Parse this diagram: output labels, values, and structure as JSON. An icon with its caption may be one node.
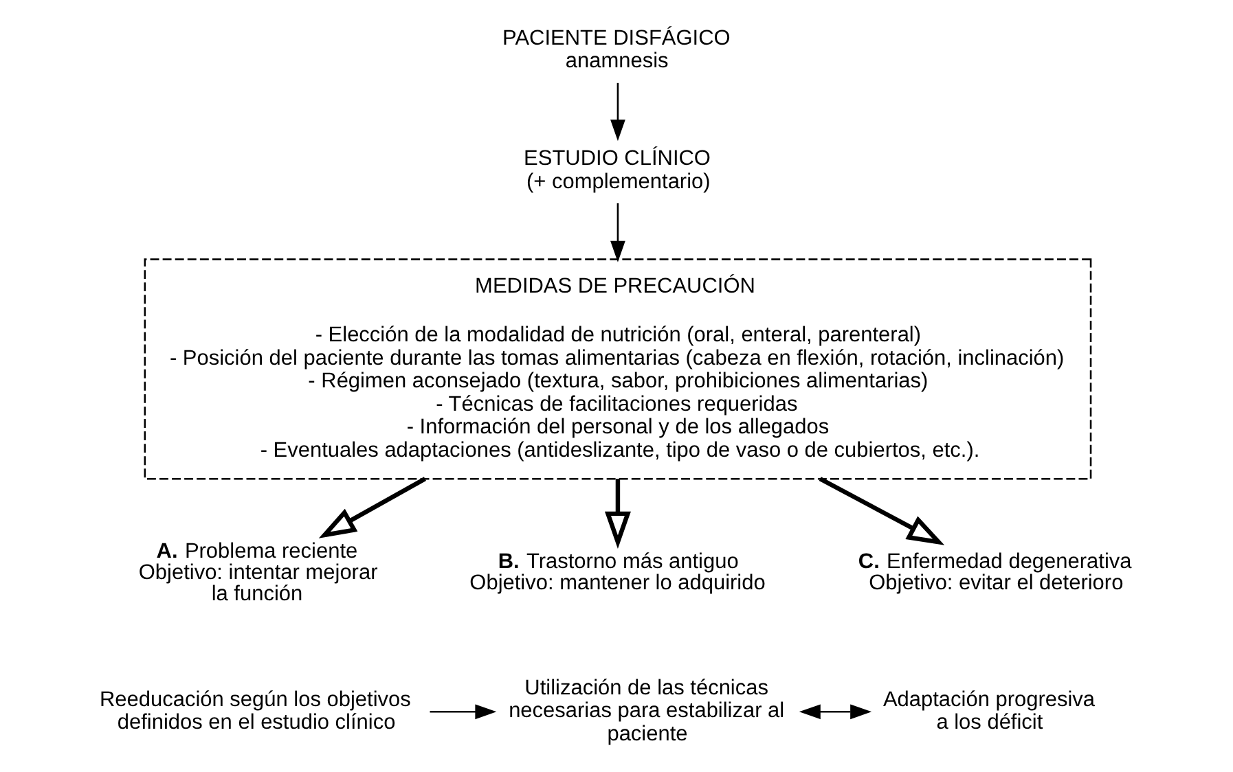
{
  "diagram": {
    "nodes": [
      {
        "text": [
          "PACIENTE DISFÁGICO",
          "anamnesis"
        ]
      },
      {
        "text": [
          "ESTUDIO CLÍNICO",
          "(+ complementario)"
        ]
      },
      {
        "text": [
          "MEDIDAS DE PRECAUCIÓN",
          "- Elección de la modalidad de nutrición (oral, enteral, parenteral)",
          "- Posición del paciente durante las tomas alimentarias (cabeza en flexión, rotación, inclinación)",
          "- Régimen aconsejado (textura, sabor, prohibiciones alimentarias)",
          "- Técnicas de facilitaciones requeridas",
          "- Información del personal y de los allegados",
          "- Eventuales adaptaciones (antideslizante, tipo de vaso o de cubiertos, etc.)."
        ]
      },
      {
        "text": [
          "**A.** Problema reciente",
          "Objetivo: intentar mejorar la función"
        ]
      },
      {
        "text": [
          "**B.** Trastorno más antiguo",
          "Objetivo: mantener lo adquirido"
        ]
      },
      {
        "text": [
          "**C.** Enfermedad degenerativa",
          "Objetivo: evitar el deterioro"
        ]
      },
      {
        "text": [
          "Reeducación según los objetivos definidos en el estudio clínico"
        ]
      },
      {
        "text": [
          "Utilización de las técnicas necesarias para estabilizar al paciente"
        ]
      },
      {
        "text": [
          "Adaptación progresiva a los déficit"
        ]
      }
    ],
    "edges": [
      {
        "from": 0,
        "to": 1,
        "arrow": "to"
      },
      {
        "from": 1,
        "to": 2,
        "arrow": "to"
      },
      {
        "from": 2,
        "to": 3,
        "arrow": "to",
        "style": "thick"
      },
      {
        "from": 2,
        "to": 4,
        "arrow": "to",
        "style": "thick"
      },
      {
        "from": 2,
        "to": 5,
        "arrow": "to",
        "style": "thick"
      },
      {
        "from": 6,
        "to": 7,
        "arrow": "to"
      },
      {
        "from": 7,
        "to": 8,
        "arrow": "both"
      }
    ]
  }
}
